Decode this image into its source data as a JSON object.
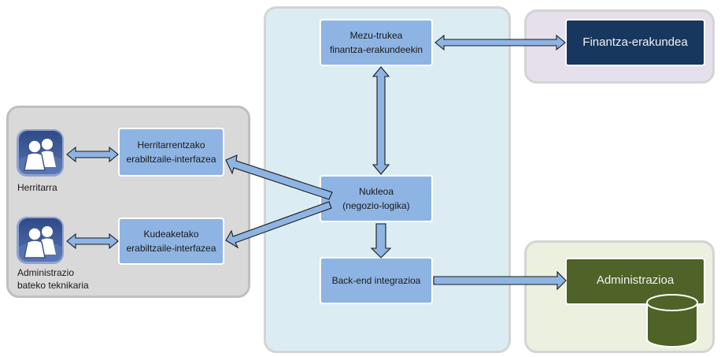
{
  "groups": {
    "left": "citizens-and-technicians",
    "center": "platform",
    "finance": "financial-institution",
    "admin": "administration"
  },
  "actors": [
    {
      "label": "Herritarra",
      "icon": "users-icon"
    },
    {
      "label": "Administrazio\nbateko teknikaria",
      "icon": "users-icon"
    }
  ],
  "boxes": {
    "citizen_ui": "Herritarrentzako\nerabiltzaile-interfazea",
    "admin_ui": "Kudeaketako\nerabiltzaile-interfazea",
    "messaging": "Mezu-trukea\nfinantza-erakundeekin",
    "core": "Nukleoa\n(negozio-logika)",
    "backend": "Back-end integrazioa",
    "financial_institution": "Finantza-erakundea",
    "administration": "Administrazioa"
  },
  "connections": [
    {
      "from": "Herritarra",
      "to": "Herritarrentzako erabiltzaile-interfazea",
      "type": "bidirectional"
    },
    {
      "from": "Administrazio bateko teknikaria",
      "to": "Kudeaketako erabiltzaile-interfazea",
      "type": "bidirectional"
    },
    {
      "from": "Nukleoa",
      "to": "Herritarrentzako erabiltzaile-interfazea",
      "type": "directed"
    },
    {
      "from": "Nukleoa",
      "to": "Kudeaketako erabiltzaile-interfazea",
      "type": "directed"
    },
    {
      "from": "Nukleoa",
      "to": "Mezu-trukea finantza-erakundeekin",
      "type": "bidirectional"
    },
    {
      "from": "Mezu-trukea finantza-erakundeekin",
      "to": "Finantza-erakundea",
      "type": "bidirectional"
    },
    {
      "from": "Nukleoa",
      "to": "Back-end integrazioa",
      "type": "directed"
    },
    {
      "from": "Back-end integrazioa",
      "to": "Administrazioa",
      "type": "directed"
    }
  ],
  "colors": {
    "component_fill": "#8eb4e3",
    "financial_fill": "#17375e",
    "admin_fill": "#4f6228",
    "left_group": "#d9d9d9",
    "center_group": "#dbedf3",
    "finance_group": "#e5e0ec",
    "admin_group": "#ebf0df"
  }
}
